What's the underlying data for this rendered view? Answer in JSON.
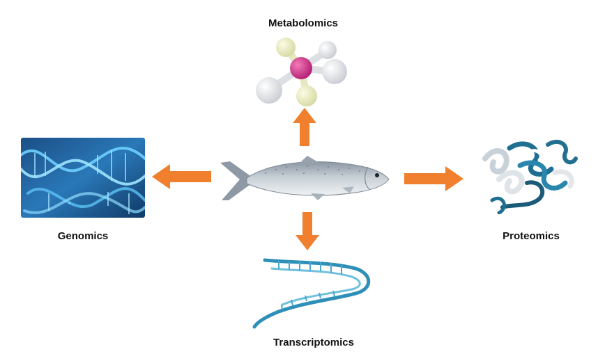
{
  "labels": {
    "metabolomics": "Metabolomics",
    "genomics": "Genomics",
    "proteomics": "Proteomics",
    "transcriptomics": "Transcriptomics"
  },
  "icons": {
    "center": "salmon-fish-icon",
    "metabolomics": "molecule-model-icon",
    "genomics": "dna-double-helix-icon",
    "proteomics": "protein-ribbon-icon",
    "transcriptomics": "rna-strand-icon"
  },
  "colors": {
    "arrow": "#f07f2e",
    "dna_blue": "#2f86c8",
    "protein_teal": "#1e6f8e",
    "molecule_magenta": "#d6338f",
    "molecule_yellow": "#eef0b8",
    "fish_silver": "#b9c3cc"
  }
}
